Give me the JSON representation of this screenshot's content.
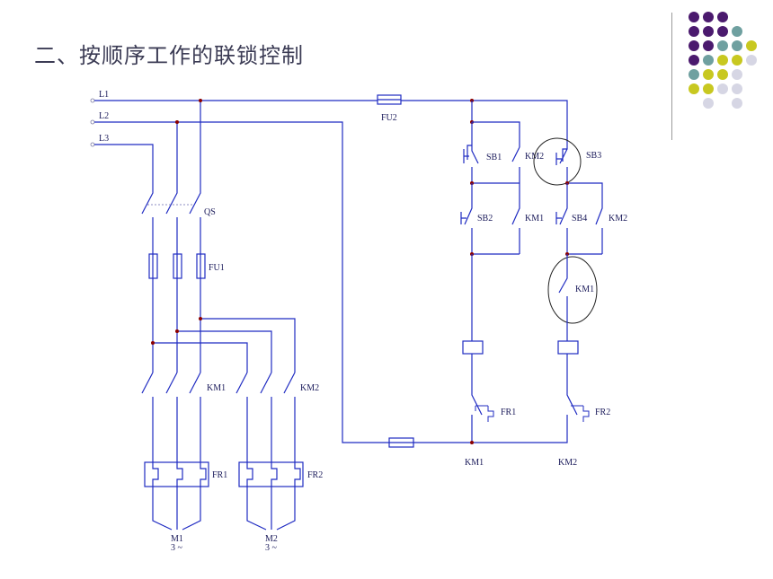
{
  "title": "二、按顺序工作的联锁控制",
  "decor": {
    "colors": [
      "#4b1a6e",
      "#6fa0a0",
      "#c8c820",
      "#d6d6e4"
    ],
    "grid": [
      [
        0,
        0,
        0,
        -1,
        -1
      ],
      [
        0,
        0,
        0,
        1,
        -1
      ],
      [
        0,
        0,
        1,
        1,
        2
      ],
      [
        0,
        1,
        2,
        2,
        3
      ],
      [
        1,
        2,
        2,
        3,
        -1
      ],
      [
        2,
        2,
        3,
        3,
        -1
      ],
      [
        -1,
        3,
        -1,
        3,
        -1
      ]
    ]
  },
  "diagram": {
    "lines": {
      "l1": "L1",
      "l2": "L2",
      "l3": "L3"
    },
    "qs": "QS",
    "fu1": "FU1",
    "fu2": "FU2",
    "km1_main": "KM1",
    "km2_main": "KM2",
    "fr1": "FR1",
    "fr2": "FR2",
    "m1": "M1",
    "m1_sub": "3 ~",
    "m2": "M2",
    "m2_sub": "3 ~",
    "sb1": "SB1",
    "sb2": "SB2",
    "sb3": "SB3",
    "sb4": "SB4",
    "km2_a": "KM2",
    "km1_a": "KM1",
    "km2_b": "KM2",
    "km1_b": "KM1",
    "fr1_c": "FR1",
    "fr2_c": "FR2",
    "km1_coil": "KM1",
    "km2_coil": "KM2"
  }
}
